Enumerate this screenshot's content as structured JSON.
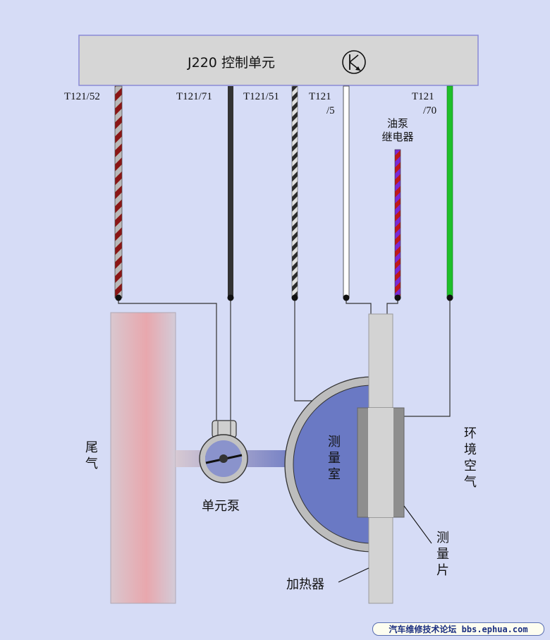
{
  "control_unit": {
    "title": "J220 控制单元",
    "symbol_icon": "transistor-symbol-icon"
  },
  "pins": {
    "p52": "T121/52",
    "p71": "T121/71",
    "p51": "T121/51",
    "p5_line1": "T121",
    "p5_line2": "/5",
    "p70_line1": "T121",
    "p70_line2": "/70"
  },
  "relay": {
    "line1": "油泵",
    "line2": "继电器"
  },
  "labels": {
    "exhaust": [
      "尾",
      "气"
    ],
    "pump": "单元泵",
    "chamber": [
      "测",
      "量",
      "室"
    ],
    "ambient": [
      "环",
      "境",
      "空",
      "气"
    ],
    "plate": [
      "测",
      "量",
      "片"
    ],
    "heater": "加热器"
  },
  "wire_colors": {
    "p52": [
      "#8b1515",
      "#b8b8b8"
    ],
    "p71": "#333333",
    "p51": [
      "#2b2b2b",
      "#e0e0e0"
    ],
    "p5": "#ffffff",
    "relay": [
      "#c01818",
      "#7a2ad4"
    ],
    "p70": "#1fbf2a"
  },
  "watermark": "汽车维修技术论坛 bbs.ephua.com"
}
